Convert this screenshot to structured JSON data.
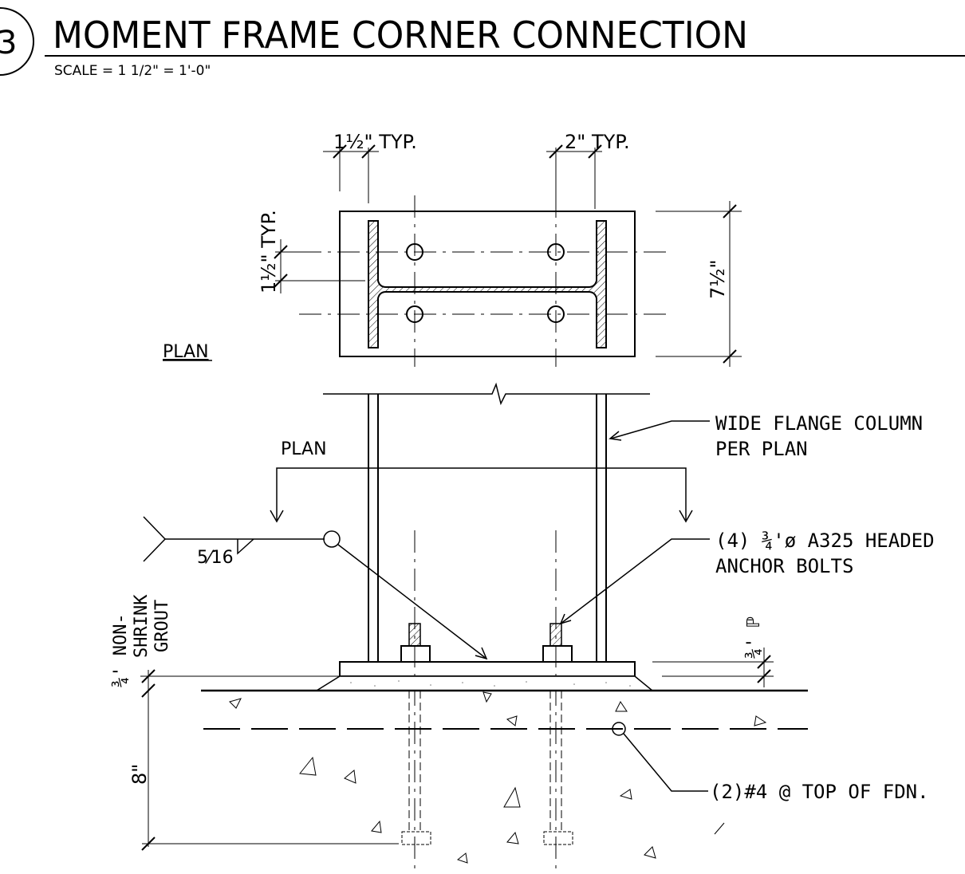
{
  "detail": {
    "number": "3",
    "title": "MOMENT FRAME CORNER CONNECTION",
    "scale": "SCALE = 1 1/2\" = 1'-0\""
  },
  "plan_view": {
    "label": "PLAN",
    "dim_top_left": "1½\" TYP.",
    "dim_top_right": "2\" TYP.",
    "dim_left_vertical": "1½\" TYP.",
    "dim_right_vertical": "7½\""
  },
  "section_view": {
    "section_cut_label": "PLAN",
    "weld_size": "5⁄16",
    "grout_label": [
      "¾' NON-",
      "SHRINK",
      "GROUT"
    ],
    "plate_thickness": "¾' ℙ",
    "depth_dim": "8\""
  },
  "callouts": {
    "column": [
      "WIDE FLANGE COLUMN",
      "PER PLAN"
    ],
    "anchor_bolts": [
      "(4) ¾'ø A325 HEADED",
      "ANCHOR BOLTS"
    ],
    "rebar": "(2)#4 @ TOP OF FDN."
  }
}
